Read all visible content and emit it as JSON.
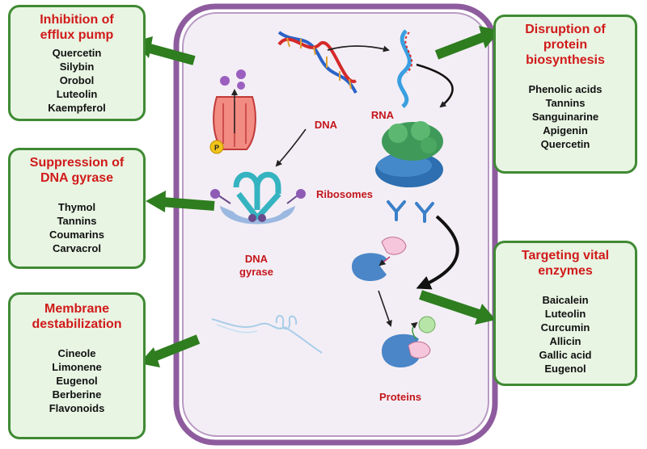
{
  "mechanisms": [
    {
      "id": "efflux",
      "title": [
        "Inhibition of",
        "efflux pump"
      ],
      "compounds": [
        "Quercetin",
        "Silybin",
        "Orobol",
        "Luteolin",
        "Kaempferol"
      ]
    },
    {
      "id": "protein",
      "title": [
        "Disruption of",
        "protein",
        "biosynthesis"
      ],
      "compounds": [
        "Phenolic acids",
        "Tannins",
        "Sanguinarine",
        "Apigenin",
        "Quercetin"
      ]
    },
    {
      "id": "gyrase",
      "title": [
        "Suppression of",
        "DNA gyrase"
      ],
      "compounds": [
        "Thymol",
        "Tannins",
        "Coumarins",
        "Carvacrol"
      ]
    },
    {
      "id": "enzymes",
      "title": [
        "Targeting vital",
        "enzymes"
      ],
      "compounds": [
        "Baicalein",
        "Luteolin",
        "Curcumin",
        "Allicin",
        "Gallic acid",
        "Eugenol"
      ]
    },
    {
      "id": "membrane",
      "title": [
        "Membrane",
        "destabilization"
      ],
      "compounds": [
        "Cineole",
        "Limonene",
        "Eugenol",
        "Berberine",
        "Flavonoids"
      ]
    }
  ],
  "cell_labels": {
    "dna": "DNA",
    "rna": "RNA",
    "ribosomes": "Ribosomes",
    "dna_gyrase": [
      "DNA",
      "gyrase"
    ],
    "proteins": "Proteins",
    "phosphate": "P"
  },
  "colors": {
    "title_red": "#d11a1a",
    "box_fill": "#e8f5e3",
    "box_border": "#3f8a33",
    "arrow_green": "#2e7d1f",
    "cell_border": "#8e5c9e",
    "cell_fill": "#f3eef5"
  }
}
